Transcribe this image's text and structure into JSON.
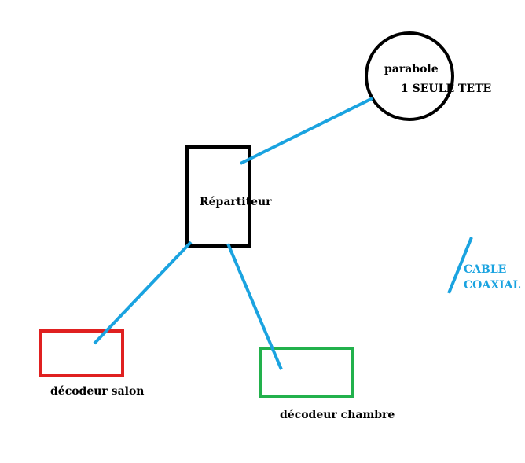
{
  "nodes": {
    "dish": {
      "label_line1": "parabole",
      "label_line2": "1 SEULE TETE",
      "stroke": "#000000"
    },
    "splitter": {
      "label": "Répartiteur",
      "stroke": "#000000"
    },
    "decoder_living": {
      "label": "décodeur salon",
      "stroke": "#e02020"
    },
    "decoder_bedroom": {
      "label": "décodeur chambre",
      "stroke": "#22b14c"
    }
  },
  "legend": {
    "label_line1": "CABLE",
    "label_line2": "COAXIAL",
    "color": "#1aa3e0"
  },
  "edges": [
    {
      "from": "dish",
      "to": "splitter",
      "kind": "coaxial-cable"
    },
    {
      "from": "splitter",
      "to": "decoder_living",
      "kind": "coaxial-cable"
    },
    {
      "from": "splitter",
      "to": "decoder_bedroom",
      "kind": "coaxial-cable"
    }
  ]
}
